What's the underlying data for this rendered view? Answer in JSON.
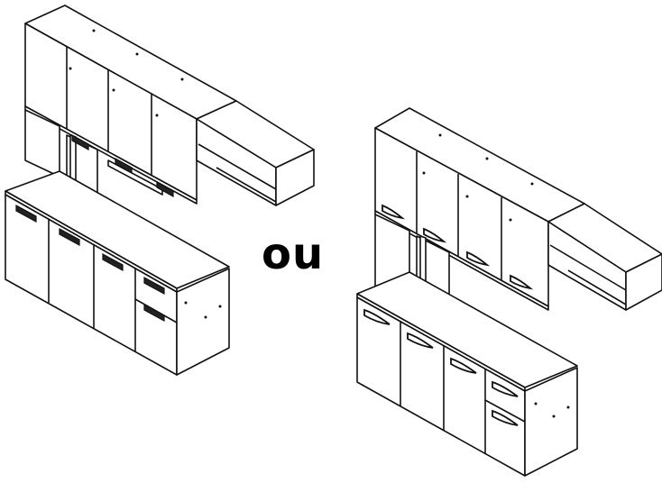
{
  "separator": {
    "text": "ou"
  },
  "options": [
    {
      "handle_style": "recessed"
    },
    {
      "handle_style": "curved"
    }
  ],
  "colors": {
    "line": "#111111",
    "panel": "#ffffff"
  }
}
